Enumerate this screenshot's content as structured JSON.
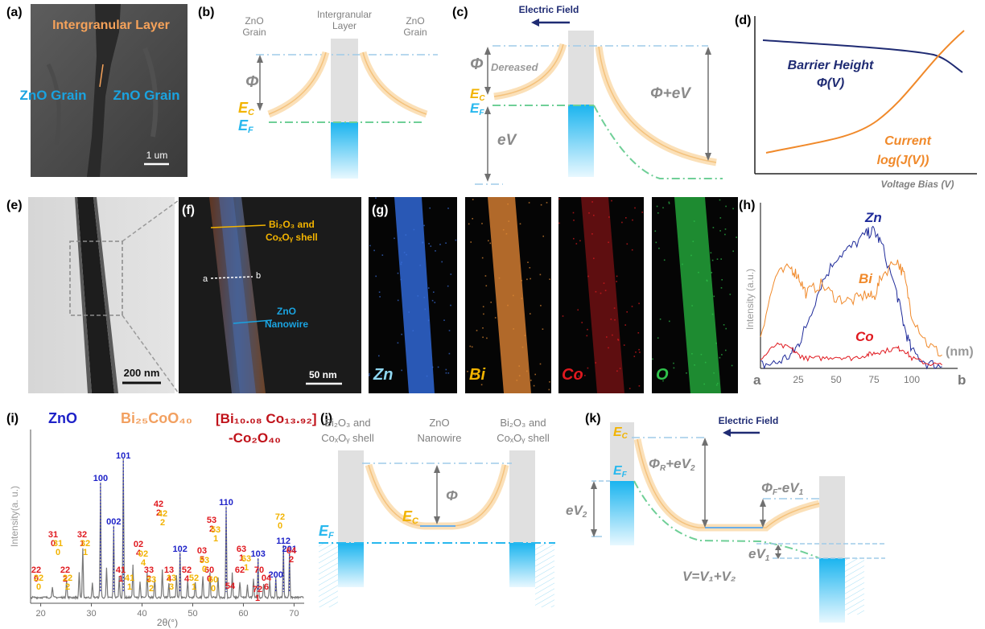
{
  "panels": {
    "a": {
      "label": "(a)",
      "layer": "Intergranular Layer",
      "grain_left": "ZnO Grain",
      "grain_right": "ZnO Grain",
      "scale": "1 um"
    },
    "b": {
      "label": "(b)",
      "grain_left": "ZnO Grain",
      "layer": "Intergranular Layer",
      "grain_right": "ZnO Grain",
      "phi": "Φ",
      "ec": "E",
      "ec_sub": "C",
      "ef": "E",
      "ef_sub": "F"
    },
    "c": {
      "label": "(c)",
      "field": "Electric Field",
      "phi": "Φ",
      "decreased": "Dereased",
      "ec": "E",
      "ec_sub": "C",
      "ef": "E",
      "ef_sub": "F",
      "phi_ev": "Φ+eV",
      "ev": "eV"
    },
    "d": {
      "label": "(d)",
      "barrier1": "Barrier Height",
      "barrier2": "Φ(V)",
      "current1": "Current",
      "current2": "log(J(V))",
      "xaxis": "Voltage Bias  (V)"
    },
    "e": {
      "label": "(e)",
      "scale": "200 nm"
    },
    "f": {
      "label": "(f)",
      "shell1": "Bi₂O₃ and",
      "shell2": "CoₓOᵧ shell",
      "a": "a",
      "b": "b",
      "nw1": "ZnO",
      "nw2": "Nanowire",
      "scale": "50 nm"
    },
    "g": {
      "label": "(g)",
      "zn": "Zn",
      "bi": "Bi",
      "co": "Co",
      "o": "O"
    },
    "h": {
      "label": "(h)",
      "ylabel": "Intensity (a.u.)",
      "zn": "Zn",
      "bi": "Bi",
      "co": "Co",
      "unit": "(nm)",
      "a": "a",
      "b": "b"
    },
    "i": {
      "label": "(i)",
      "zno": "ZnO",
      "bico": "Bi₂₅CoO₄₀",
      "comp1": "[Bi₁₀.₀₈ Co₁₃.₉₂]",
      "comp2": "-Co₂O₄₀",
      "ylabel": "Intensity(a. u.)",
      "xlabel": "2θ(°)"
    },
    "j": {
      "label": "(j)",
      "shell1": "Bi₂O₃ and",
      "shell2": "CoₓOᵧ shell",
      "nw1": "ZnO",
      "nw2": "Nanowire",
      "ec": "E",
      "ec_sub": "C",
      "ef": "E",
      "ef_sub": "F",
      "phi": "Φ"
    },
    "k": {
      "label": "(k)",
      "field": "Electric Field",
      "ec": "E",
      "ec_sub": "C",
      "ef": "E",
      "ef_sub": "F",
      "phir": "Φ",
      "phir_sub": "R",
      "phir_tail": "+eV",
      "phir_tail_sub": "2",
      "phif": "Φ",
      "phif_sub": "F",
      "phif_tail": "-eV",
      "phif_tail_sub": "1",
      "ev2": "eV",
      "ev2_sub": "2",
      "ev1": "eV",
      "ev1_sub": "1",
      "vsum": "V=V₁+V₂"
    }
  },
  "chart_data": [
    {
      "type": "line",
      "panel": "h",
      "x": [
        0,
        10,
        20,
        25,
        30,
        40,
        50,
        60,
        70,
        75,
        80,
        90,
        95,
        100,
        110,
        120
      ],
      "xticks": [
        25,
        50,
        75,
        100
      ],
      "xlim": [
        0,
        125
      ],
      "series": [
        {
          "name": "Zn",
          "values": [
            2,
            3,
            8,
            14,
            25,
            50,
            66,
            72,
            80,
            82,
            74,
            45,
            25,
            10,
            3,
            1
          ]
        },
        {
          "name": "Bi",
          "values": [
            20,
            55,
            60,
            55,
            45,
            50,
            42,
            40,
            44,
            42,
            55,
            65,
            55,
            32,
            15,
            8
          ]
        },
        {
          "name": "Co",
          "values": [
            5,
            14,
            12,
            8,
            6,
            6,
            7,
            6,
            8,
            9,
            10,
            12,
            11,
            6,
            3,
            2
          ]
        }
      ]
    },
    {
      "type": "line",
      "panel": "i",
      "xticks": [
        20,
        30,
        40,
        50,
        60,
        70
      ],
      "xlim": [
        18,
        72
      ],
      "peaks": [
        {
          "x": 31.8,
          "label": "100",
          "height": 0.72
        },
        {
          "x": 34.4,
          "label": "002",
          "height": 0.45
        },
        {
          "x": 36.3,
          "label": "101",
          "height": 0.86
        },
        {
          "x": 47.5,
          "label": "102",
          "height": 0.28
        },
        {
          "x": 56.6,
          "label": "110",
          "height": 0.57
        },
        {
          "x": 62.9,
          "label": "103",
          "height": 0.25
        },
        {
          "x": 66.4,
          "label": "200",
          "height": 0.12
        },
        {
          "x": 67.9,
          "label": "112",
          "height": 0.33
        },
        {
          "x": 69.1,
          "label": "201",
          "height": 0.28
        }
      ],
      "labels_red": [
        "22 0",
        "31 0",
        "22 2",
        "32 1",
        "02 4",
        "41 1",
        "33 2",
        "42 2",
        "13 4",
        "52 4",
        "03 5",
        "60 0",
        "53 2",
        "54",
        "62",
        "63 1",
        "72 1",
        "70",
        "04 6",
        "64 2"
      ],
      "labels_orange": [
        "22 0",
        "31 0",
        "22 2",
        "32 1",
        "02 4",
        "41 1",
        "33 2",
        "42 2",
        "13 3",
        "52 1",
        "53 0",
        "60 0",
        "53 1",
        "63 1",
        "72 0"
      ]
    }
  ]
}
